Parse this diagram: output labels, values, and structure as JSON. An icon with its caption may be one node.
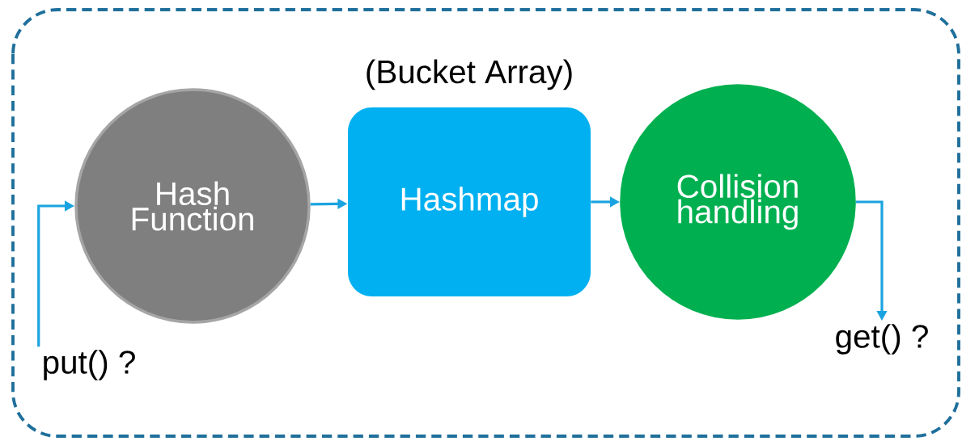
{
  "diagram": {
    "nodes": [
      {
        "text": [
          "put() ?"
        ]
      },
      {
        "text": [
          "Hash Function"
        ]
      },
      {
        "text": [
          "(Bucket Array)",
          "Hashmap"
        ]
      },
      {
        "text": [
          "Collision handling"
        ]
      },
      {
        "text": [
          "get() ?"
        ]
      }
    ],
    "edges": [
      {
        "from": 0,
        "to": 1,
        "arrow": "to"
      },
      {
        "from": 1,
        "to": 2,
        "arrow": "to"
      },
      {
        "from": 2,
        "to": 3,
        "arrow": "to"
      },
      {
        "from": 3,
        "to": 4,
        "arrow": "to"
      }
    ]
  }
}
